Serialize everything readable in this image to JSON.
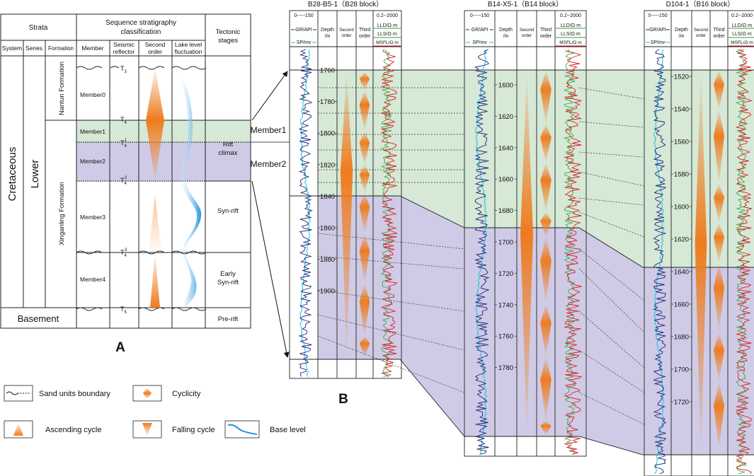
{
  "panel_a": {
    "label": "A",
    "header": {
      "strata": "Strata",
      "seq_strat": "Sequence stratigraphy classification",
      "seq_strat_l1": "Sequence stratigraphy",
      "seq_strat_l2": "classification",
      "tectonic": "Tectonic stages",
      "tectonic_l1": "Tectonic",
      "tectonic_l2": "stages",
      "system": "System",
      "series": "Series",
      "formation": "Formation",
      "member": "Member",
      "seismic_l1": "Seismic",
      "seismic_l2": "reflector",
      "second_l1": "Second",
      "second_l2": "order",
      "lake_l1": "Lake level",
      "lake_l2": "fluctuation"
    },
    "system": "Cretaceous",
    "series": "Lower",
    "formation_upper": "Nantun Formation",
    "formation_lower": "Xinganling Formation",
    "basement": "Basement",
    "members": [
      "Member0",
      "Member1",
      "Member2",
      "Member3",
      "Member4"
    ],
    "reflectors": [
      {
        "main": "T",
        "sub": "3",
        "sup": ""
      },
      {
        "main": "T",
        "sub": "4",
        "sup": ""
      },
      {
        "main": "T",
        "sub": "4",
        "sup": "1"
      },
      {
        "main": "T",
        "sub": "4",
        "sup": "2"
      },
      {
        "main": "T",
        "sub": "4",
        "sup": "3"
      },
      {
        "main": "T",
        "sub": "5",
        "sup": ""
      }
    ],
    "tectonic_stages": {
      "rift_climax_l1": "Rift",
      "rift_climax_l2": "climax",
      "syn_rift": "Syn-rift",
      "early_l1": "Early",
      "early_l2": "Syn-rift",
      "pre_rift": "Pre-rift"
    }
  },
  "panel_b": {
    "label": "B",
    "member1": "Member1",
    "member2": "Member2",
    "wells": [
      {
        "title": "B28-B5-1（B28 block）",
        "depths": [
          "1760",
          "1780",
          "1800",
          "1820",
          "1840",
          "1860",
          "1880",
          "1900"
        ]
      },
      {
        "title": "B14-X5-1（B14 block）",
        "depths": [
          "1600",
          "1620",
          "1640",
          "1660",
          "1680",
          "1700",
          "1720",
          "1740",
          "1760",
          "1780"
        ]
      },
      {
        "title": "D104-1（B16 block）",
        "depths": [
          "1520",
          "1540",
          "1560",
          "1580",
          "1600",
          "1620",
          "1640",
          "1660",
          "1680",
          "1700",
          "1720"
        ]
      }
    ],
    "track_headers": {
      "gr_scale": "0-----150",
      "gr": "GR/API",
      "sp": "SP/mv",
      "depth_l1": "Depth",
      "depth_l2": "/m",
      "second_l1": "Second",
      "second_l2": "order",
      "third_l1": "Third",
      "third_l2": "order",
      "res_scale": "0.2--2000",
      "lld": "LLD/Ω·m",
      "lls": "LLS/Ω·m",
      "msfl": "MSFL/Ω·m"
    }
  },
  "legend": {
    "sand_boundary": "Sand units boundary",
    "cyclicity": "Cyclicity",
    "ascending": "Ascending cycle",
    "falling": "Falling cycle",
    "base_level": "Base level"
  },
  "colors": {
    "member1_fill": "#d6e8d6",
    "member2_fill": "#cfcbe6",
    "cycle_orange": "#ee7b1e",
    "lake_blue": "#2a9be0",
    "gr_line": "#1a237e",
    "sp_line": "#19c3d6",
    "lld_line": "#d62020",
    "lls_line": "#2f9e3b"
  }
}
